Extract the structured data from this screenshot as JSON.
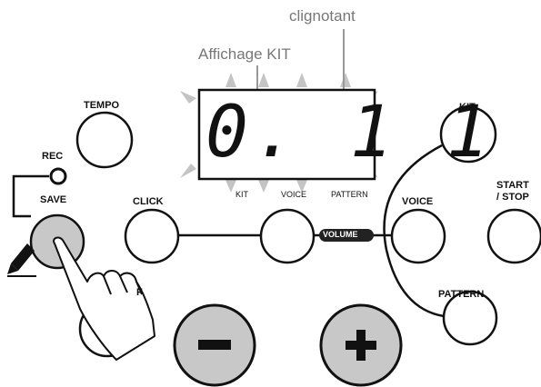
{
  "annotations": {
    "blinking": "clignotant",
    "kit_display": "Affichage KIT"
  },
  "display": {
    "digits": "0. 1 1",
    "labels": {
      "kit": "KIT",
      "voice": "VOICE",
      "pattern": "PATTERN"
    }
  },
  "buttons": {
    "tempo": "TEMPO",
    "rec": "REC",
    "save": "SAVE",
    "click": "CLICK",
    "volume": "VOLUME",
    "voice": "VOICE",
    "kit": "KIT",
    "start_stop_line1": "START",
    "start_stop_line2": "/ STOP",
    "pattern": "PATTERN",
    "partial": "F",
    "minus": "−",
    "plus": "+"
  },
  "colors": {
    "pressed": "#c8c8c8",
    "blink_glow": "#b8b8b8",
    "outline": "#111111"
  }
}
